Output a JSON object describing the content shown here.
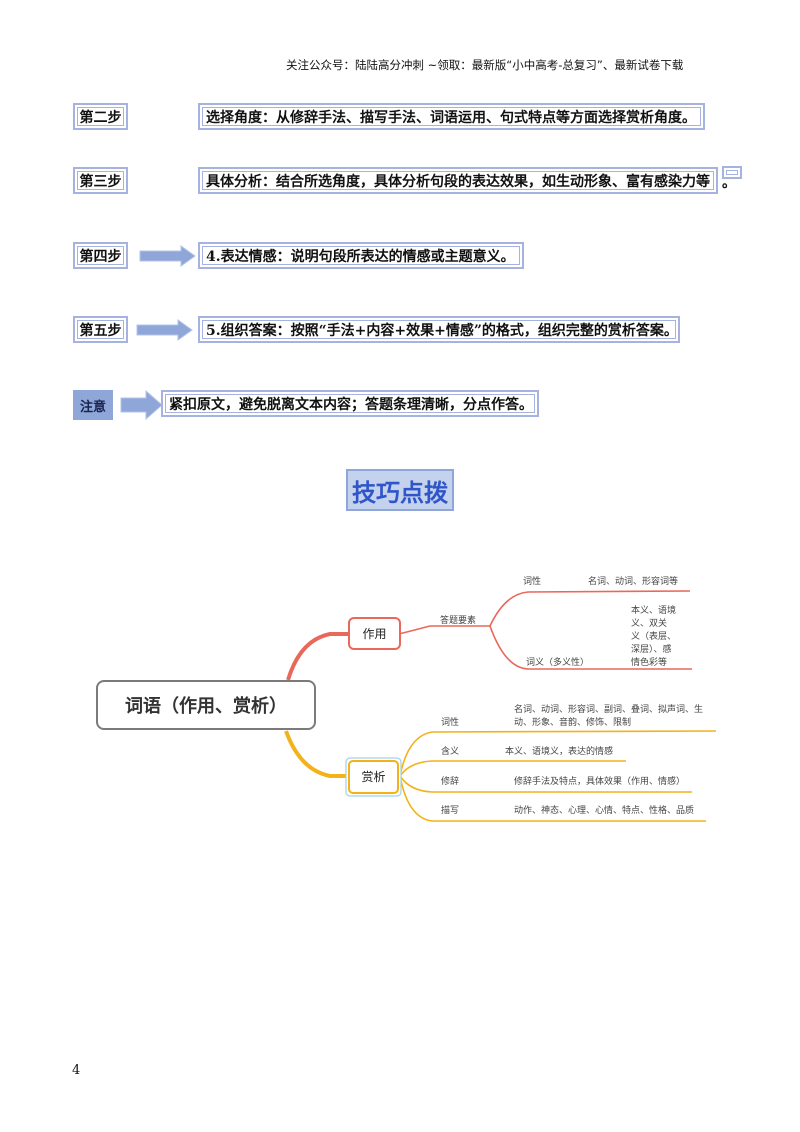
{
  "header": "关注公众号：陆陆高分冲刺  ~领取：最新版“小中高考-总复习”、最新试卷下载",
  "steps": [
    {
      "label": "第二步",
      "text": "选择角度：从修辞手法、描写手法、词语运用、句式特点等方面选择赏析角度。"
    },
    {
      "label": "第三步",
      "text": "具体分析：结合所选角度，具体分析句段的表达效果，如生动形象、富有感染力等",
      "tail": "。"
    },
    {
      "label": "第四步",
      "text": "4.表达情感：说明句段所表达的情感或主题意义。"
    },
    {
      "label": "第五步",
      "text": "5.组织答案：按照“手法+内容+效果+情感”的格式，组织完整的赏析答案。"
    }
  ],
  "note": {
    "label": "注意",
    "text": "紧扣原文，避免脱离文本内容；答题条理清晰，分点作答。"
  },
  "section_title": "技巧点拨",
  "mindmap": {
    "root": "词语（作用、赏析）",
    "branch_use": {
      "label": "作用",
      "sub": "答题要素",
      "items": [
        {
          "key": "词性",
          "value": "名词、动词、形容词等"
        },
        {
          "key": "词义（多义性）",
          "value_lines": [
            "本义、语境",
            "义、双关",
            "义（表层、",
            "深层）、感",
            "情色彩等"
          ]
        }
      ]
    },
    "branch_appr": {
      "label": "赏析",
      "items": [
        {
          "key": "词性",
          "value_lines": [
            "名词、动词、形容词、副词、叠词、拟声词、生",
            "动、形象、音韵、修饰、限制"
          ]
        },
        {
          "key": "含义",
          "value": "本义、语境义，表达的情感"
        },
        {
          "key": "修辞",
          "value": "修辞手法及特点，具体效果（作用、情感）"
        },
        {
          "key": "描写",
          "value": "动作、神态、心理、心情、特点、性格、品质"
        }
      ]
    },
    "colors": {
      "use": "#e8685a",
      "appr": "#f3b21a",
      "root_border": "#7b7b7b"
    }
  },
  "page_number": "4"
}
